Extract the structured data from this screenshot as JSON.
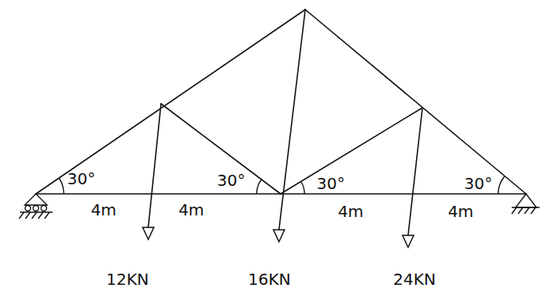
{
  "diagram": {
    "labels": [
      "30°",
      "30°",
      "30°",
      "30°",
      "4m",
      "4m",
      "4m",
      "4m",
      "12KN",
      "16KN",
      "24KN"
    ]
  }
}
